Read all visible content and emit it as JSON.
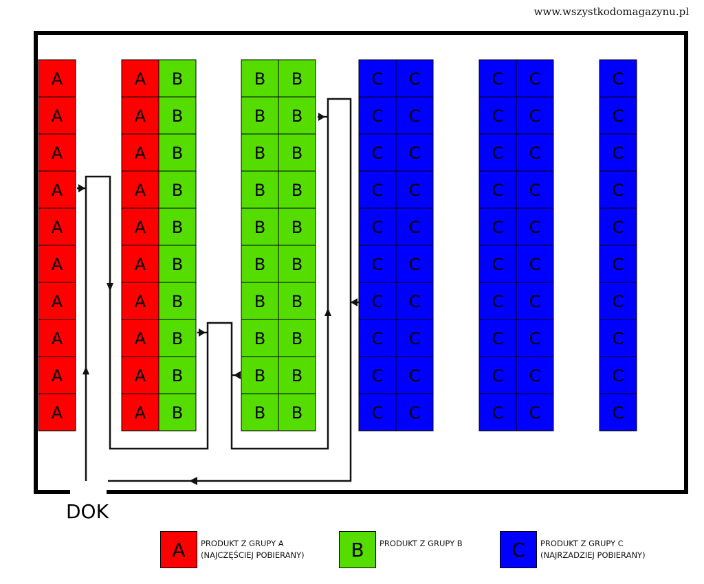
{
  "website": "www.wszystkodomagazynu.pl",
  "dock_label": "DOK",
  "colors": {
    "A": "#ff0000",
    "B": "#55dd00",
    "C": "#0000ff",
    "wall": "#000000",
    "path": "#111111"
  },
  "racks": [
    {
      "name": "rack-1",
      "columns": [
        [
          "A",
          "A",
          "A",
          "A",
          "A",
          "A",
          "A",
          "A",
          "A",
          "A"
        ]
      ]
    },
    {
      "name": "rack-2",
      "columns": [
        [
          "A",
          "A",
          "A",
          "A",
          "A",
          "A",
          "A",
          "A",
          "A",
          "A"
        ],
        [
          "B",
          "B",
          "B",
          "B",
          "B",
          "B",
          "B",
          "B",
          "B",
          "B"
        ]
      ]
    },
    {
      "name": "rack-3",
      "columns": [
        [
          "B",
          "B",
          "B",
          "B",
          "B",
          "B",
          "B",
          "B",
          "B",
          "B"
        ],
        [
          "B",
          "B",
          "B",
          "B",
          "B",
          "B",
          "B",
          "B",
          "B",
          "B"
        ]
      ]
    },
    {
      "name": "rack-4",
      "columns": [
        [
          "C",
          "C",
          "C",
          "C",
          "C",
          "C",
          "C",
          "C",
          "C",
          "C"
        ],
        [
          "C",
          "C",
          "C",
          "C",
          "C",
          "C",
          "C",
          "C",
          "C",
          "C"
        ]
      ]
    },
    {
      "name": "rack-5",
      "columns": [
        [
          "C",
          "C",
          "C",
          "C",
          "C",
          "C",
          "C",
          "C",
          "C",
          "C"
        ],
        [
          "C",
          "C",
          "C",
          "C",
          "C",
          "C",
          "C",
          "C",
          "C",
          "C"
        ]
      ]
    },
    {
      "name": "rack-6",
      "columns": [
        [
          "C",
          "C",
          "C",
          "C",
          "C",
          "C",
          "C",
          "C",
          "C",
          "C"
        ]
      ]
    }
  ],
  "legend": [
    {
      "letter": "A",
      "line1": "PRODUKT Z GRUPY A",
      "line2": "(NAJCZĘŚCIEJ POBIERANY)"
    },
    {
      "letter": "B",
      "line1": "PRODUKT Z GRUPY B",
      "line2": ""
    },
    {
      "letter": "C",
      "line1": "PRODUKT Z GRUPY C",
      "line2": "(NAJRZADZIEJ POBIERANY)"
    }
  ]
}
